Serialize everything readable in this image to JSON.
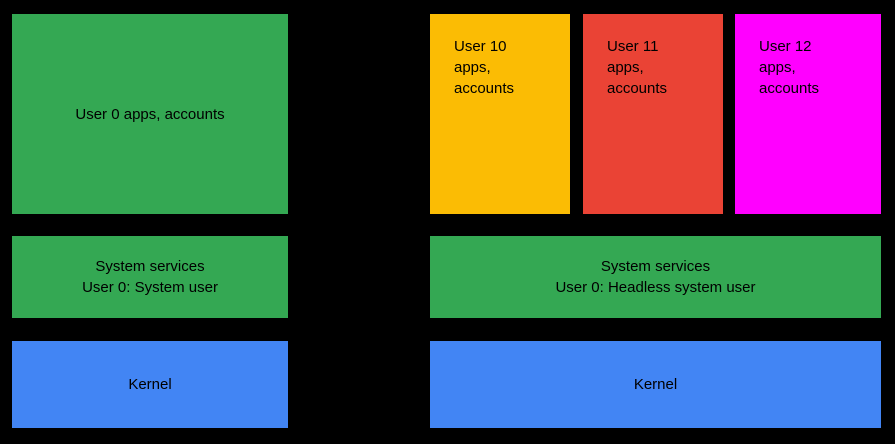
{
  "diagram": {
    "background_color": "#000000",
    "text_color": "#000000",
    "palette": {
      "green": "#34A853",
      "yellow": "#FBBC04",
      "red": "#EA4335",
      "magenta": "#FF00FF",
      "blue": "#4285F4"
    },
    "columns": [
      {
        "id": "standard-device",
        "rows": [
          {
            "id": "user0-apps",
            "boxes": [
              {
                "label": "User 0 apps, accounts",
                "color": "#34A853"
              }
            ]
          },
          {
            "id": "system-services",
            "boxes": [
              {
                "label": "System services\nUser 0: System user",
                "color": "#34A853"
              }
            ]
          },
          {
            "id": "kernel",
            "boxes": [
              {
                "label": "Kernel",
                "color": "#4285F4"
              }
            ]
          }
        ]
      },
      {
        "id": "headless-system-user-device",
        "rows": [
          {
            "id": "user-apps",
            "boxes": [
              {
                "label": "User 10\napps,\naccounts",
                "color": "#FBBC04"
              },
              {
                "label": "User 11\napps,\naccounts",
                "color": "#EA4335"
              },
              {
                "label": "User 12\napps,\naccounts",
                "color": "#FF00FF"
              }
            ]
          },
          {
            "id": "system-services",
            "boxes": [
              {
                "label": "System services\nUser 0: Headless system user",
                "color": "#34A853"
              }
            ]
          },
          {
            "id": "kernel",
            "boxes": [
              {
                "label": "Kernel",
                "color": "#4285F4"
              }
            ]
          }
        ]
      }
    ]
  }
}
